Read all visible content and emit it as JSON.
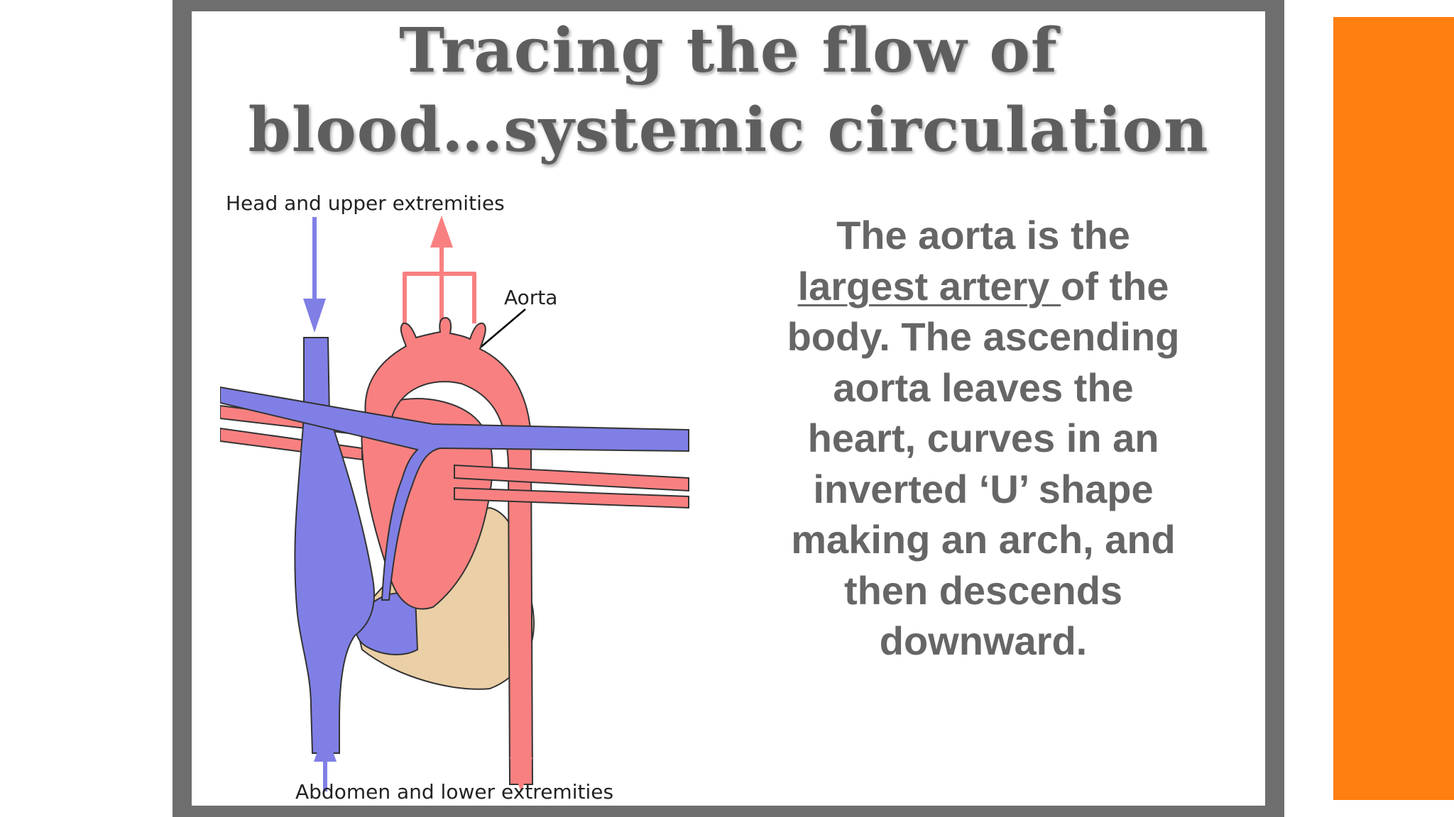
{
  "slide": {
    "title_line1": "Tracing the flow of",
    "title_line2": "blood…systemic circulation",
    "body": {
      "part1": "The aorta is the ",
      "underlined": "largest artery ",
      "part2": "of the body. The ascending aorta leaves the heart, curves in an inverted ‘U’ shape making an arch, and then descends downward."
    }
  },
  "diagram": {
    "label_top": "Head and upper extremities",
    "label_aorta": "Aorta",
    "label_bottom": "Abdomen and lower extremities"
  },
  "colors": {
    "frame": "#6e6e6e",
    "accent_bar": "#ff7f0f",
    "vein_blue": "#7f7fe6",
    "artery_red": "#f98080",
    "heart_muscle": "#ebcfa6",
    "title_text": "#5e5e5e",
    "body_text": "#666666"
  }
}
